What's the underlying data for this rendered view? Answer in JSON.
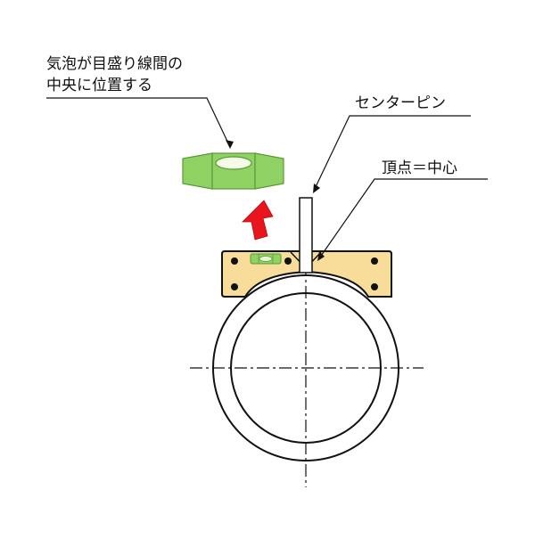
{
  "labels": {
    "bubble_line1": "気泡が目盛り線間の",
    "bubble_line2": "中央に位置する",
    "center_pin": "センターピン",
    "apex_center": "頂点＝中心"
  },
  "colors": {
    "bubble_vial": "#8fd163",
    "bubble_vial_edge": "#5a9a3a",
    "gauge_body": "#f8dc99",
    "arrow": "#e8161c",
    "line": "#111111",
    "ring_fill": "#ffffff"
  }
}
